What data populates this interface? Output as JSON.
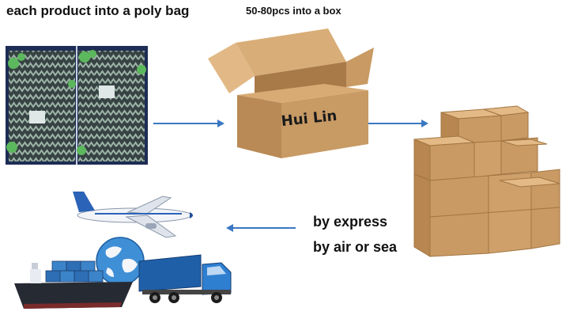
{
  "captions": {
    "bag": "each product into a poly bag",
    "box": "50-80pcs into a box",
    "express": "by express",
    "air_sea": "by air or sea"
  },
  "box_brand": "Hui Lin",
  "icons": [
    "poly-bag-products-photo",
    "open-carton-box",
    "stacked-cartons",
    "airplane-icon",
    "globe-icon",
    "cargo-ship-icon",
    "truck-icon",
    "arrow-right-icon",
    "arrow-left-icon"
  ],
  "colors": {
    "arrow": "#3b78c2",
    "cardboard": "#c89a64",
    "bag_bg": "#1e2d55",
    "leaf": "#5cb85c"
  }
}
